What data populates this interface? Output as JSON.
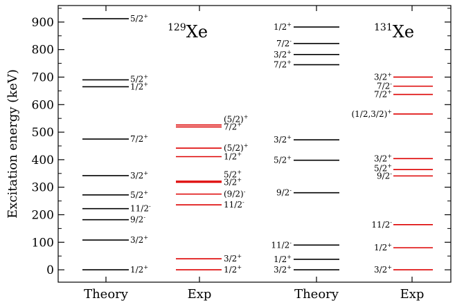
{
  "colors": {
    "theory": "#000000",
    "exp": "#dd0000"
  },
  "chart_data": {
    "type": "level-scheme",
    "ylabel": "Excitation energy (keV)",
    "ylim": [
      -45,
      960
    ],
    "yticks": [
      0,
      100,
      200,
      300,
      400,
      500,
      600,
      700,
      800,
      900
    ],
    "grid": false,
    "columns": [
      {
        "label": "Theory",
        "group": "129Xe",
        "kind": "theory",
        "levels": [
          {
            "e": 0,
            "j": "1/2",
            "p": "+"
          },
          {
            "e": 108,
            "j": "3/2",
            "p": "+"
          },
          {
            "e": 182,
            "j": "9/2",
            "p": "-"
          },
          {
            "e": 222,
            "j": "11/2",
            "p": "-"
          },
          {
            "e": 272,
            "j": "5/2",
            "p": "+"
          },
          {
            "e": 342,
            "j": "3/2",
            "p": "+"
          },
          {
            "e": 475,
            "j": "7/2",
            "p": "+"
          },
          {
            "e": 665,
            "j": "1/2",
            "p": "+"
          },
          {
            "e": 690,
            "j": "5/2",
            "p": "+"
          },
          {
            "e": 912,
            "j": "5/2",
            "p": "+"
          }
        ]
      },
      {
        "label": "Exp",
        "group": "129Xe",
        "kind": "exp",
        "levels": [
          {
            "e": 0,
            "j": "1/2",
            "p": "+"
          },
          {
            "e": 40,
            "j": "3/2",
            "p": "+"
          },
          {
            "e": 236,
            "j": "11/2",
            "p": "-"
          },
          {
            "e": 275,
            "j": "(9/2)",
            "p": "-"
          },
          {
            "e": 318,
            "j": "3/2",
            "p": "+"
          },
          {
            "e": 322,
            "j": "5/2",
            "p": "+"
          },
          {
            "e": 411,
            "j": "1/2",
            "p": "+"
          },
          {
            "e": 442,
            "j": "(5/2)",
            "p": "+"
          },
          {
            "e": 519,
            "j": "7/2",
            "p": "+"
          },
          {
            "e": 526,
            "j": "(5/2)",
            "p": "+"
          }
        ]
      },
      {
        "label": "Theory",
        "group": "131Xe",
        "kind": "theory",
        "levels": [
          {
            "e": 0,
            "j": "3/2",
            "p": "+"
          },
          {
            "e": 38,
            "j": "1/2",
            "p": "+"
          },
          {
            "e": 90,
            "j": "11/2",
            "p": "-"
          },
          {
            "e": 280,
            "j": "9/2",
            "p": "-"
          },
          {
            "e": 398,
            "j": "5/2",
            "p": "+"
          },
          {
            "e": 472,
            "j": "3/2",
            "p": "+"
          },
          {
            "e": 745,
            "j": "7/2",
            "p": "+"
          },
          {
            "e": 782,
            "j": "3/2",
            "p": "+"
          },
          {
            "e": 822,
            "j": "7/2",
            "p": "-"
          },
          {
            "e": 882,
            "j": "1/2",
            "p": "+"
          }
        ]
      },
      {
        "label": "Exp",
        "group": "131Xe",
        "kind": "exp",
        "levels": [
          {
            "e": 0,
            "j": "3/2",
            "p": "+"
          },
          {
            "e": 80,
            "j": "1/2",
            "p": "+"
          },
          {
            "e": 164,
            "j": "11/2",
            "p": "-"
          },
          {
            "e": 341,
            "j": "9/2",
            "p": "-"
          },
          {
            "e": 364,
            "j": "5/2",
            "p": "+"
          },
          {
            "e": 404,
            "j": "3/2",
            "p": "+"
          },
          {
            "e": 566,
            "j": "(1/2,3/2)",
            "p": "+"
          },
          {
            "e": 637,
            "j": "7/2",
            "p": "+"
          },
          {
            "e": 667,
            "j": "7/2",
            "p": "-"
          },
          {
            "e": 700,
            "j": "3/2",
            "p": "+"
          }
        ]
      }
    ],
    "isotopes": [
      {
        "mass": "129",
        "symbol": "Xe"
      },
      {
        "mass": "131",
        "symbol": "Xe"
      }
    ]
  }
}
